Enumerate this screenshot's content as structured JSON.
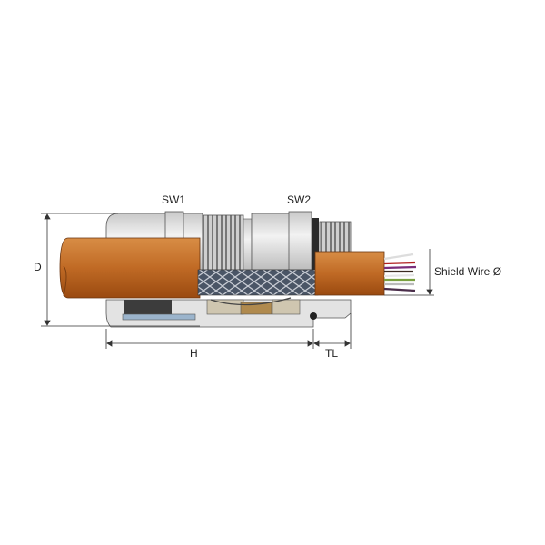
{
  "labels": {
    "sw1": "SW1",
    "sw2": "SW2",
    "d": "D",
    "h": "H",
    "tl": "TL",
    "shield_wire": "Shield Wire Ø"
  },
  "colors": {
    "cable": "#b8621f",
    "cable_light": "#d48a44",
    "metal": "#d9d9d9",
    "braid": "#4a5566",
    "dimension": "#333333"
  }
}
